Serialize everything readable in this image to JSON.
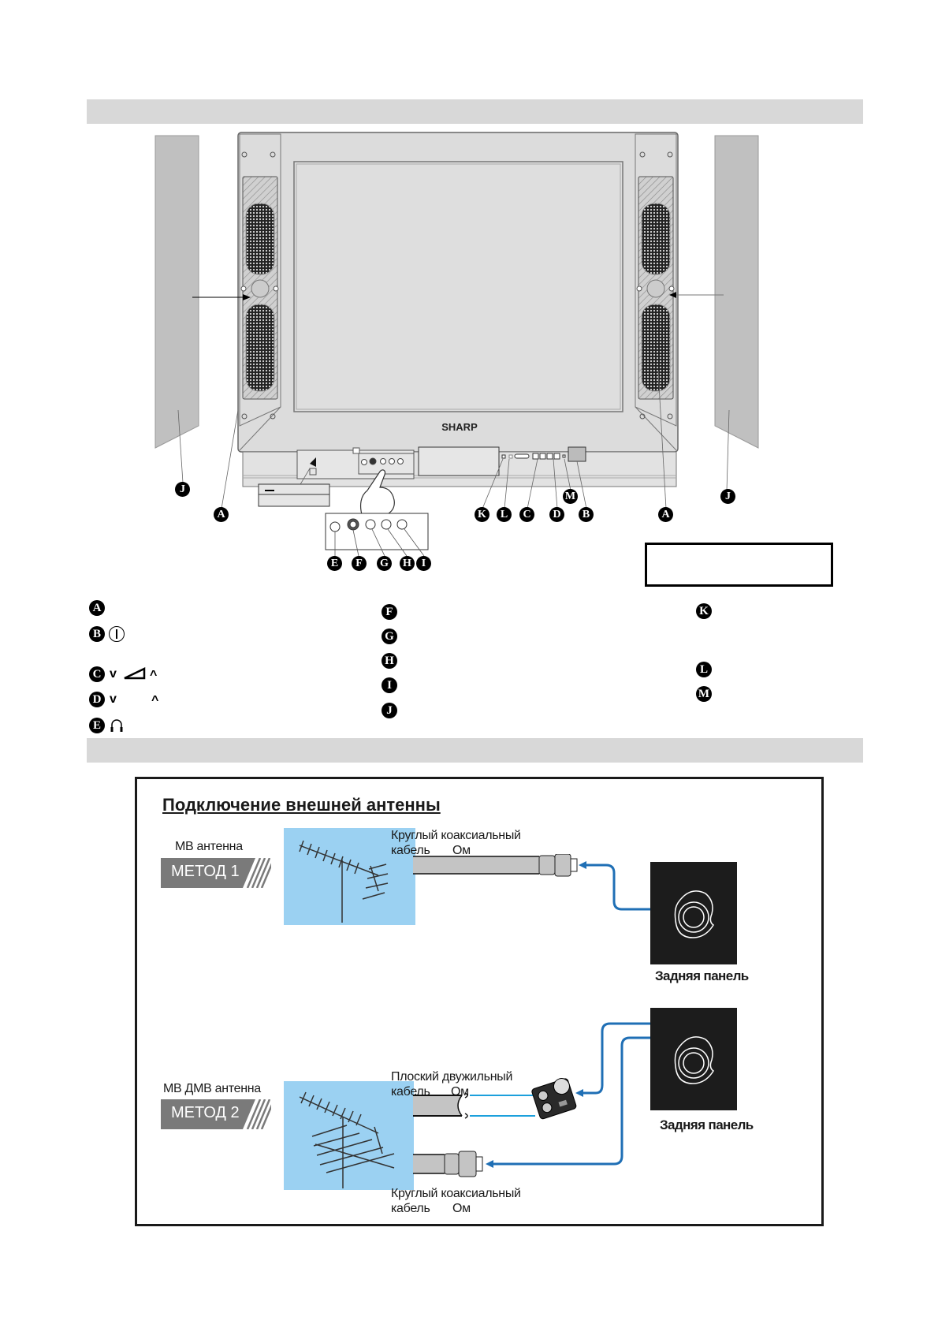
{
  "section_bars": [
    "",
    ""
  ],
  "tv_diagram": {
    "brand": "SHARP",
    "callouts": [
      "A",
      "B",
      "C",
      "D",
      "E",
      "F",
      "G",
      "H",
      "I",
      "J",
      "K",
      "L",
      "M"
    ],
    "front_panel_callouts": [
      "E",
      "F",
      "G",
      "H",
      "I"
    ],
    "note_box": ""
  },
  "legend": {
    "col1": [
      {
        "marker": "A",
        "symbols": "",
        "text": ""
      },
      {
        "marker": "B",
        "symbols": "power-icon",
        "text": ""
      },
      {
        "marker": "C",
        "symbols": "volume-down-up-icons",
        "text": ""
      },
      {
        "marker": "D",
        "symbols": "channel-down-up-icons",
        "text": ""
      },
      {
        "marker": "E",
        "symbols": "headphones-icon",
        "text": ""
      }
    ],
    "col2": [
      {
        "marker": "F",
        "text": ""
      },
      {
        "marker": "G",
        "text": ""
      },
      {
        "marker": "H",
        "text": ""
      },
      {
        "marker": "I",
        "text": ""
      },
      {
        "marker": "J",
        "text": ""
      }
    ],
    "col3": [
      {
        "marker": "K",
        "text": ""
      },
      {
        "marker": "L",
        "text": ""
      },
      {
        "marker": "M",
        "text": ""
      }
    ]
  },
  "glyphs": {
    "down": "v",
    "up": "^"
  },
  "antenna_section": {
    "title": "Подключение внешней антенны",
    "method1": {
      "antenna_label": "МВ антенна",
      "method_label": "МЕТОД 1",
      "cable_line1": "Круглый коаксиальный",
      "cable_line2": "кабель",
      "cable_ohm": "Ом",
      "rear_panel_label": "Задняя панель"
    },
    "method2": {
      "antenna_label": "МВ ДМВ антенна",
      "method_label": "МЕТОД 2",
      "flat_cable_line1": "Плоский двужильный",
      "flat_cable_line2": "кабель",
      "flat_cable_ohm": "Ом",
      "coax_cable_line1": "Круглый коаксиальный",
      "coax_cable_line2": "кабель",
      "coax_cable_ohm": "Ом",
      "rear_panel_label": "Задняя панель"
    },
    "colors": {
      "arrow": "#1f6fb5",
      "wire": "#1ca0dc",
      "sky": "#9bd1f2",
      "method_bg": "#7a7a7a",
      "panel": "#1c1c1c"
    }
  }
}
